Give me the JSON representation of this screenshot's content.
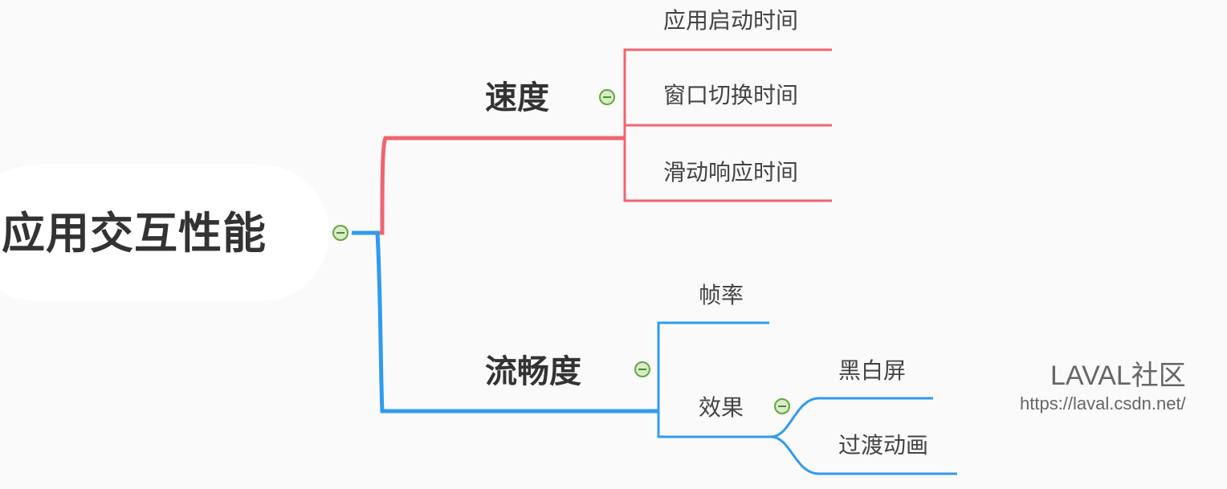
{
  "root": {
    "label": "应用交互性能"
  },
  "branches": [
    {
      "label": "速度",
      "color": "#f06470",
      "children": [
        {
          "label": "应用启动时间"
        },
        {
          "label": "窗口切换时间"
        },
        {
          "label": "滑动响应时间"
        }
      ]
    },
    {
      "label": "流畅度",
      "color": "#2f9bef",
      "children": [
        {
          "label": "帧率"
        },
        {
          "label": "效果",
          "children": [
            {
              "label": "黑白屏"
            },
            {
              "label": "过渡动画"
            }
          ]
        }
      ]
    }
  ],
  "watermark": {
    "title": "LAVAL社区",
    "url": "https://laval.csdn.net/"
  },
  "collapse_icon": "minus-circle-icon"
}
